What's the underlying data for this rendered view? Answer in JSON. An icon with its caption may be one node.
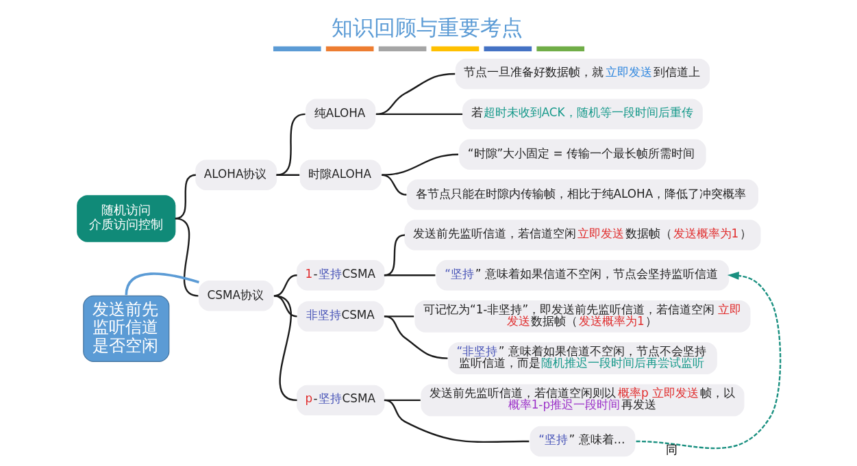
{
  "diagram": {
    "title": "知识回顾与重要考点",
    "nodes": [
      {
        "text": [
          "随机访问介质访问控制"
        ]
      },
      {
        "text": [
          "ALOHA协议"
        ]
      },
      {
        "text": [
          "纯ALOHA"
        ]
      },
      {
        "text": [
          "节点一旦准备好数据帧，就立即发送到信道上"
        ]
      },
      {
        "text": [
          "若超时未收到ACK，随机等一段时间后重传"
        ]
      },
      {
        "text": [
          "时隙ALOHA"
        ]
      },
      {
        "text": [
          "“时隙”大小固定 = 传输一个最长帧所需时间"
        ]
      },
      {
        "text": [
          "各节点只能在时隙内传输帧，相比于纯ALOHA，降低了冲突概率"
        ]
      },
      {
        "text": [
          "CSMA协议"
        ]
      },
      {
        "text": [
          "1-坚持CSMA"
        ]
      },
      {
        "text": [
          "发送前先监听信道，若信道空闲立即发送数据帧（发送概率为1）"
        ]
      },
      {
        "text": [
          "“坚持” 意味着如果信道不空闲，节点会坚持监听信道"
        ]
      },
      {
        "text": [
          "非坚持CSMA"
        ]
      },
      {
        "text": [
          "可记忆为“1-非坚持”，即发送前先监听信道，若信道空闲立即发送数据帧（发送概率为1）"
        ]
      },
      {
        "text": [
          "“非坚持” 意味着如果信道不空闲，节点不会坚持监听信道，而是随机推迟一段时间后再尝试监听"
        ]
      },
      {
        "text": [
          "p-坚持CSMA"
        ]
      },
      {
        "text": [
          "发送前先监听信道，若信道空闲则以概率p 立即发送帧，以概率1-p推迟一段时间再发送"
        ]
      },
      {
        "text": [
          "“坚持” 意味着…"
        ]
      },
      {
        "text": [
          "发送前先监听信道是否空闲"
        ]
      }
    ],
    "edges": [
      {
        "from": 0,
        "to": 1,
        "arrow": "none"
      },
      {
        "from": 0,
        "to": 8,
        "arrow": "none"
      },
      {
        "from": 1,
        "to": 2,
        "arrow": "none"
      },
      {
        "from": 1,
        "to": 5,
        "arrow": "none"
      },
      {
        "from": 2,
        "to": 3,
        "arrow": "none"
      },
      {
        "from": 2,
        "to": 4,
        "arrow": "none"
      },
      {
        "from": 5,
        "to": 6,
        "arrow": "none"
      },
      {
        "from": 5,
        "to": 7,
        "arrow": "none"
      },
      {
        "from": 8,
        "to": 9,
        "arrow": "none"
      },
      {
        "from": 8,
        "to": 12,
        "arrow": "none"
      },
      {
        "from": 8,
        "to": 15,
        "arrow": "none"
      },
      {
        "from": 9,
        "to": 10,
        "arrow": "none"
      },
      {
        "from": 9,
        "to": 11,
        "arrow": "none"
      },
      {
        "from": 12,
        "to": 13,
        "arrow": "none"
      },
      {
        "from": 12,
        "to": 14,
        "arrow": "none"
      },
      {
        "from": 15,
        "to": 16,
        "arrow": "none"
      },
      {
        "from": 15,
        "to": 17,
        "arrow": "none"
      },
      {
        "from": 17,
        "to": 11,
        "arrow": "to",
        "label": "同",
        "style": "dashed",
        "color": "#1a9080"
      },
      {
        "from": 18,
        "to": 8,
        "arrow": "none",
        "color": "#5b9bd5"
      }
    ]
  }
}
